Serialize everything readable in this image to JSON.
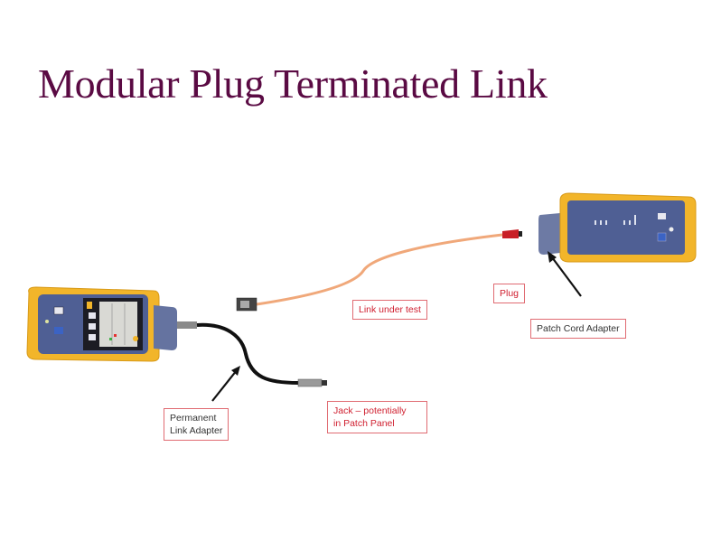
{
  "slide": {
    "title": "Modular Plug Terminated Link"
  },
  "callouts": {
    "link_under_test": "Link under test",
    "plug": "Plug",
    "patch_cord_adapter": "Patch Cord Adapter",
    "permanent_link_adapter_line1": "Permanent",
    "permanent_link_adapter_line2": "Link Adapter",
    "jack_line1": "Jack – potentially",
    "jack_line2": "in Patch Panel"
  },
  "colors": {
    "title": "#5a0a43",
    "tester_body": "#f2b52a",
    "tester_face": "#4f5f94",
    "link_cable": "#f0a87a",
    "plug_red": "#c81f26",
    "callout_border": "#e06b72",
    "callout_red_text": "#d02030"
  },
  "icons": {
    "main_tester": "cable-tester-main-unit",
    "remote_tester": "cable-tester-remote-unit",
    "arrows": "pointer-arrow"
  }
}
